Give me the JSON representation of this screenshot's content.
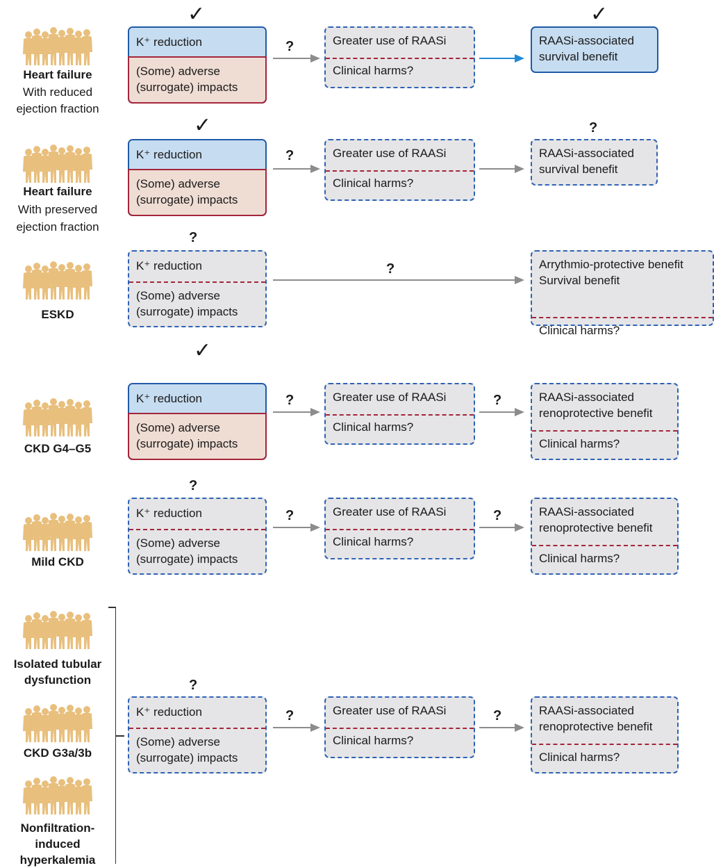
{
  "rows": [
    {
      "population": {
        "name": "Heart failure",
        "sub": [
          "With reduced",
          "ejection fraction"
        ]
      },
      "k_marker": "✓",
      "k_box": {
        "style": "solid",
        "top": "K⁺ reduction",
        "bottom": [
          "(Some) adverse",
          "(surrogate) impacts"
        ]
      },
      "arrow1_label": "?",
      "mid_box": {
        "top": "Greater use of RAASi",
        "bottom": "Clinical harms?"
      },
      "arrow2_label": "",
      "arrow2_color": "#1f8ad6",
      "end_marker": "✓",
      "end_box": {
        "style": "solid-blue",
        "lines": [
          "RAASi-associated",
          "survival benefit"
        ]
      }
    },
    {
      "population": {
        "name": "Heart failure",
        "sub": [
          "With preserved",
          "ejection fraction"
        ]
      },
      "k_marker": "✓",
      "k_box": {
        "style": "solid",
        "top": "K⁺ reduction",
        "bottom": [
          "(Some) adverse",
          "(surrogate) impacts"
        ]
      },
      "arrow1_label": "?",
      "mid_box": {
        "top": "Greater use of RAASi",
        "bottom": "Clinical harms?"
      },
      "arrow2_label": "",
      "end_marker": "?",
      "end_box": {
        "style": "dashed",
        "lines": [
          "RAASi-associated",
          "survival benefit"
        ]
      }
    },
    {
      "population": {
        "name": "ESKD"
      },
      "k_marker": "?",
      "k_box": {
        "style": "dashed",
        "top": "K⁺ reduction",
        "bottom": [
          "(Some) adverse",
          "(surrogate) impacts"
        ]
      },
      "arrow_long_label": "?",
      "end_box": {
        "style": "dashed",
        "lines": [
          "Arrythmio-protective benefit",
          "Survival benefit"
        ],
        "harm": "Clinical harms?"
      }
    },
    {
      "population": {
        "name": "CKD G4–G5"
      },
      "k_marker": "✓",
      "k_box": {
        "style": "solid",
        "top": "K⁺ reduction",
        "bottom": [
          "(Some) adverse",
          "(surrogate) impacts"
        ]
      },
      "arrow1_label": "?",
      "mid_box": {
        "top": "Greater use of RAASi",
        "bottom": "Clinical harms?"
      },
      "arrow2_label": "?",
      "end_box": {
        "style": "dashed",
        "lines": [
          "RAASi-associated",
          "renoprotective benefit"
        ],
        "harm": "Clinical harms?"
      }
    },
    {
      "population": {
        "name": "Mild CKD"
      },
      "k_marker": "?",
      "k_box": {
        "style": "dashed",
        "top": "K⁺ reduction",
        "bottom": [
          "(Some) adverse",
          "(surrogate) impacts"
        ]
      },
      "arrow1_label": "?",
      "mid_box": {
        "top": "Greater use of RAASi",
        "bottom": "Clinical harms?"
      },
      "arrow2_label": "?",
      "end_box": {
        "style": "dashed",
        "lines": [
          "RAASi-associated",
          "renoprotective benefit"
        ],
        "harm": "Clinical harms?"
      }
    },
    {
      "populations": [
        {
          "name": [
            "Isolated tubular",
            "dysfunction"
          ]
        },
        {
          "name": [
            "CKD G3a/3b"
          ]
        },
        {
          "name": [
            "Nonfiltration-",
            "induced",
            "hyperkalemia"
          ]
        }
      ],
      "k_marker": "?",
      "k_box": {
        "style": "dashed",
        "top": "K⁺ reduction",
        "bottom": [
          "(Some) adverse",
          "(surrogate) impacts"
        ]
      },
      "arrow1_label": "?",
      "mid_box": {
        "top": "Greater use of RAASi",
        "bottom": "Clinical harms?"
      },
      "arrow2_label": "?",
      "end_box": {
        "style": "dashed",
        "lines": [
          "RAASi-associated",
          "renoprotective benefit"
        ],
        "harm": "Clinical harms?"
      }
    }
  ],
  "colors": {
    "k_blue": "#c6dcf0",
    "k_pink": "#efddd4",
    "gray_box": "#e5e5e7",
    "dash_blue": "#2e62b3",
    "dash_red": "#a3253a",
    "arrow_gray": "#8c8c8c",
    "arrow_blue": "#1f8ad6",
    "people": "#e8bf7d"
  }
}
